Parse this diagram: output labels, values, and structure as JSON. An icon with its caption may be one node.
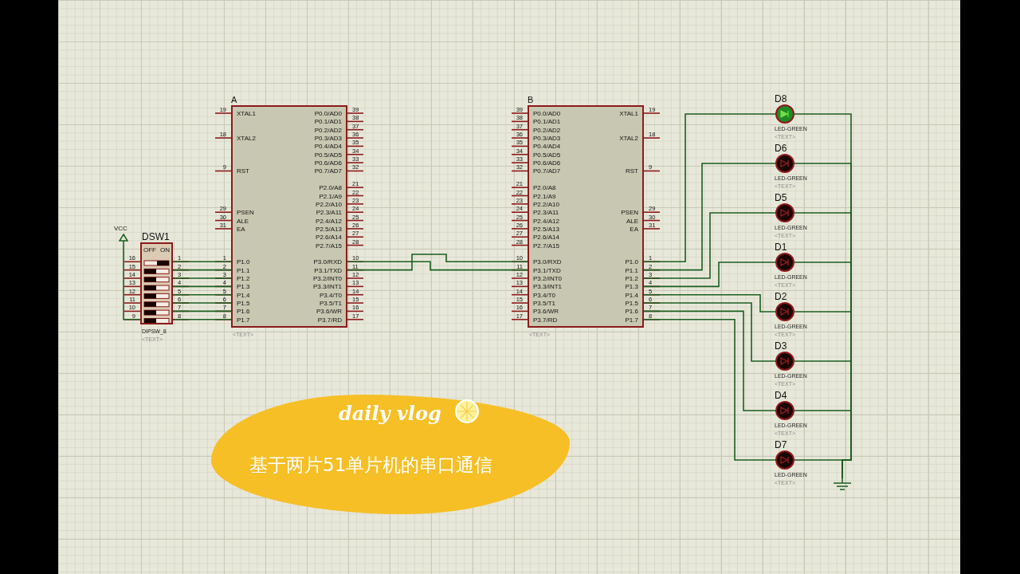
{
  "diagram": {
    "title": "基于两片51单片机的串口通信",
    "nodes": [
      {
        "text": [
          "A",
          "XTAL1",
          "XTAL2",
          "RST",
          "PSEN",
          "ALE",
          "EA",
          "P1.0",
          "P1.1",
          "P1.2",
          "P1.3",
          "P1.4",
          "P1.5",
          "P1.6",
          "P1.7",
          "P0.0/AD0",
          "P0.1/AD1",
          "P0.2/AD2",
          "P0.3/AD3",
          "P0.4/AD4",
          "P0.5/AD5",
          "P0.6/AD6",
          "P0.7/AD7",
          "P2.0/A8",
          "P2.1/A9",
          "P2.2/A10",
          "P2.3/A11",
          "P2.4/A12",
          "P2.5/A13",
          "P2.6/A14",
          "P2.7/A15",
          "P3.0/RXD",
          "P3.1/TXD",
          "P3.2/INT0",
          "P3.3/INT1",
          "P3.4/T0",
          "P3.5/T1",
          "P3.6/WR",
          "P3.7/RD"
        ],
        "beside": [
          "19",
          "18",
          "9",
          "29",
          "30",
          "31",
          "1",
          "2",
          "3",
          "4",
          "5",
          "6",
          "7",
          "8",
          "39",
          "38",
          "37",
          "36",
          "35",
          "34",
          "33",
          "32",
          "21",
          "22",
          "23",
          "24",
          "25",
          "26",
          "27",
          "28",
          "10",
          "11",
          "12",
          "13",
          "14",
          "15",
          "16",
          "17",
          "<TEXT>"
        ]
      },
      {
        "text": [
          "B",
          "P0.0/AD0",
          "P0.1/AD1",
          "P0.2/AD2",
          "P0.3/AD3",
          "P0.4/AD4",
          "P0.5/AD5",
          "P0.6/AD6",
          "P0.7/AD7",
          "P2.0/A8",
          "P2.1/A9",
          "P2.2/A10",
          "P2.3/A11",
          "P2.4/A12",
          "P2.5/A13",
          "P2.6/A14",
          "P2.7/A15",
          "P3.0/RXD",
          "P3.1/TXD",
          "P3.2/INT0",
          "P3.3/INT1",
          "P3.4/T0",
          "P3.5/T1",
          "P3.6/WR",
          "P3.7/RD",
          "XTAL1",
          "XTAL2",
          "RST",
          "PSEN",
          "ALE",
          "EA",
          "P1.0",
          "P1.1",
          "P1.2",
          "P1.3",
          "P1.4",
          "P1.5",
          "P1.6",
          "P1.7"
        ],
        "beside": [
          "39",
          "38",
          "37",
          "36",
          "35",
          "34",
          "33",
          "32",
          "21",
          "22",
          "23",
          "24",
          "25",
          "26",
          "27",
          "28",
          "10",
          "11",
          "12",
          "13",
          "14",
          "15",
          "16",
          "17",
          "19",
          "18",
          "9",
          "29",
          "30",
          "31",
          "1",
          "2",
          "3",
          "4",
          "5",
          "6",
          "7",
          "8",
          "<TEXT>"
        ]
      },
      {
        "text": [
          "DSW1",
          "OFF",
          "ON"
        ],
        "beside": [
          "16",
          "15",
          "14",
          "13",
          "12",
          "11",
          "10",
          "9",
          "1",
          "2",
          "3",
          "4",
          "5",
          "6",
          "7",
          "8",
          "DIPSW_8",
          "<TEXT>"
        ]
      },
      {
        "text": [
          "VCC"
        ]
      },
      {
        "text": [
          "D8"
        ],
        "beside": [
          "LED-GREEN",
          "<TEXT>"
        ]
      },
      {
        "text": [
          "D6"
        ],
        "beside": [
          "LED-GREEN",
          "<TEXT>"
        ]
      },
      {
        "text": [
          "D5"
        ],
        "beside": [
          "LED-GREEN",
          "<TEXT>"
        ]
      },
      {
        "text": [
          "D1"
        ],
        "beside": [
          "LED-GREEN",
          "<TEXT>"
        ]
      },
      {
        "text": [
          "D2"
        ],
        "beside": [
          "LED-GREEN",
          "<TEXT>"
        ]
      },
      {
        "text": [
          "D3"
        ],
        "beside": [
          "LED-GREEN",
          "<TEXT>"
        ]
      },
      {
        "text": [
          "D4"
        ],
        "beside": [
          "LED-GREEN",
          "<TEXT>"
        ]
      },
      {
        "text": [
          "D7"
        ],
        "beside": [
          "LED-GREEN",
          "<TEXT>"
        ]
      },
      {
        "text": [],
        "shape": "ground"
      }
    ],
    "edges": [
      {
        "from": 0,
        "to": 1,
        "arrow": "none"
      },
      {
        "from": 0,
        "to": 1,
        "arrow": "none"
      },
      {
        "from": 2,
        "to": 0,
        "arrow": "none"
      },
      {
        "from": 2,
        "to": 0,
        "arrow": "none"
      },
      {
        "from": 2,
        "to": 0,
        "arrow": "none"
      },
      {
        "from": 2,
        "to": 0,
        "arrow": "none"
      },
      {
        "from": 2,
        "to": 0,
        "arrow": "none"
      },
      {
        "from": 2,
        "to": 0,
        "arrow": "none"
      },
      {
        "from": 2,
        "to": 0,
        "arrow": "none"
      },
      {
        "from": 2,
        "to": 0,
        "arrow": "none"
      },
      {
        "from": 3,
        "to": 2,
        "arrow": "none"
      },
      {
        "from": 1,
        "to": 4,
        "arrow": "none"
      },
      {
        "from": 1,
        "to": 5,
        "arrow": "none"
      },
      {
        "from": 1,
        "to": 6,
        "arrow": "none"
      },
      {
        "from": 1,
        "to": 7,
        "arrow": "none"
      },
      {
        "from": 1,
        "to": 8,
        "arrow": "none"
      },
      {
        "from": 1,
        "to": 9,
        "arrow": "none"
      },
      {
        "from": 1,
        "to": 10,
        "arrow": "none"
      },
      {
        "from": 1,
        "to": 11,
        "arrow": "none"
      },
      {
        "from": 4,
        "to": 12,
        "arrow": "none"
      },
      {
        "from": 5,
        "to": 12,
        "arrow": "none"
      },
      {
        "from": 6,
        "to": 12,
        "arrow": "none"
      },
      {
        "from": 7,
        "to": 12,
        "arrow": "none"
      },
      {
        "from": 8,
        "to": 12,
        "arrow": "none"
      },
      {
        "from": 9,
        "to": 12,
        "arrow": "none"
      },
      {
        "from": 10,
        "to": 12,
        "arrow": "none"
      },
      {
        "from": 11,
        "to": 12,
        "arrow": "none"
      }
    ],
    "labels": [
      "daily vlog"
    ]
  }
}
